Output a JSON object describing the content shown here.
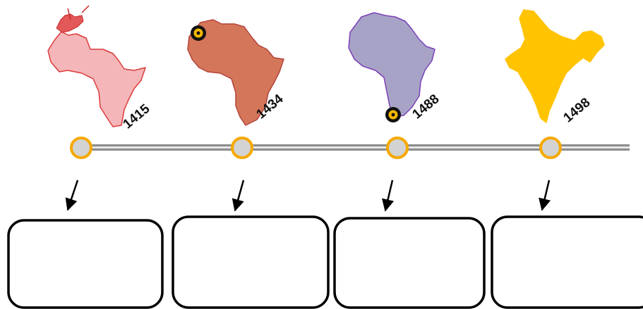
{
  "timeline": {
    "line_color": "#8c8c8c",
    "node_fill": "#d3d3d3",
    "node_ring": "#f5a900",
    "events": [
      {
        "year": "1415",
        "map": "africa-map-icon",
        "map_color": "#f4b6b9",
        "map_stroke": "#dd3b3b",
        "marker": "none"
      },
      {
        "year": "1434",
        "map": "africa-map-icon",
        "map_color": "#d4765a",
        "map_stroke": "#b4443a",
        "marker": "west-africa-marker"
      },
      {
        "year": "1488",
        "map": "africa-map-icon",
        "map_color": "#a7a3c7",
        "map_stroke": "#7b3fb7",
        "marker": "southern-tip-marker"
      },
      {
        "year": "1498",
        "map": "india-map-icon",
        "map_color": "#ffc300",
        "map_stroke": "#ffc300",
        "marker": "none"
      }
    ]
  },
  "answer_boxes": {
    "count": 4,
    "border_color": "#000000"
  }
}
